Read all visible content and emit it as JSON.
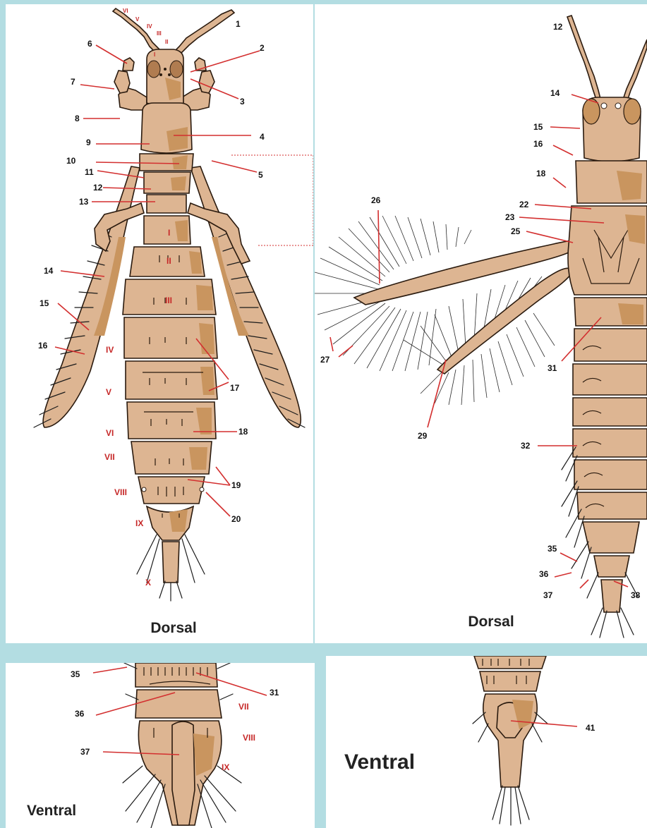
{
  "panels": {
    "top_left": {
      "caption": "Dorsal",
      "callouts": [
        "1",
        "2",
        "3",
        "4",
        "5",
        "6",
        "7",
        "8",
        "9",
        "10",
        "11",
        "12",
        "13",
        "14",
        "15",
        "16",
        "17",
        "18",
        "19",
        "20"
      ],
      "antenna_segments": [
        "I",
        "II",
        "III",
        "IV",
        "V",
        "VI"
      ],
      "abdominal_segments": [
        "I",
        "II",
        "III",
        "IV",
        "V",
        "VI",
        "VII",
        "VIII",
        "IX",
        "X"
      ]
    },
    "top_right": {
      "caption": "Dorsal",
      "callouts": [
        "12",
        "14",
        "15",
        "16",
        "18",
        "22",
        "23",
        "25",
        "26",
        "27",
        "29",
        "31",
        "32",
        "35",
        "36",
        "37",
        "38"
      ]
    },
    "bottom_left": {
      "caption": "Ventral",
      "callouts": [
        "35",
        "31",
        "36",
        "37"
      ],
      "segments": [
        "VII",
        "VIII",
        "IX"
      ]
    },
    "bottom_right": {
      "caption": "Ventral",
      "callouts": [
        "41"
      ]
    }
  },
  "colors": {
    "background": "#b3dde2",
    "panel": "#ffffff",
    "body_fill": "#ddb592",
    "body_shade": "#c9955f",
    "outline": "#2a1a0e",
    "arrow": "#d32f2f",
    "segment_label": "#c62828"
  }
}
